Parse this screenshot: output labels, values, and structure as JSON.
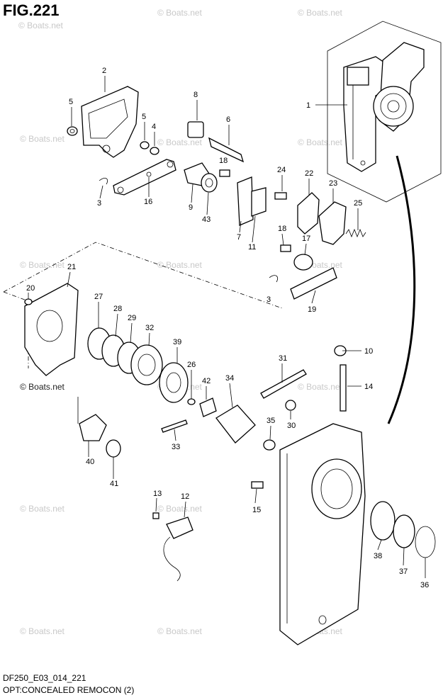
{
  "figure": {
    "title": "FIG.221",
    "model_code": "DF250_E03_014_221",
    "description": "OPT:CONCEALED REMOCON (2)"
  },
  "watermark": "© Boats.net",
  "callouts": [
    "1",
    "2",
    "3",
    "4",
    "5",
    "5",
    "6",
    "7",
    "8",
    "9",
    "10",
    "11",
    "12",
    "13",
    "14",
    "15",
    "16",
    "17",
    "18",
    "18",
    "19",
    "20",
    "21",
    "22",
    "23",
    "24",
    "25",
    "26",
    "27",
    "28",
    "29",
    "3",
    "30",
    "31",
    "32",
    "33",
    "34",
    "35",
    "36",
    "37",
    "38",
    "39",
    "40",
    "41",
    "42",
    "43"
  ]
}
